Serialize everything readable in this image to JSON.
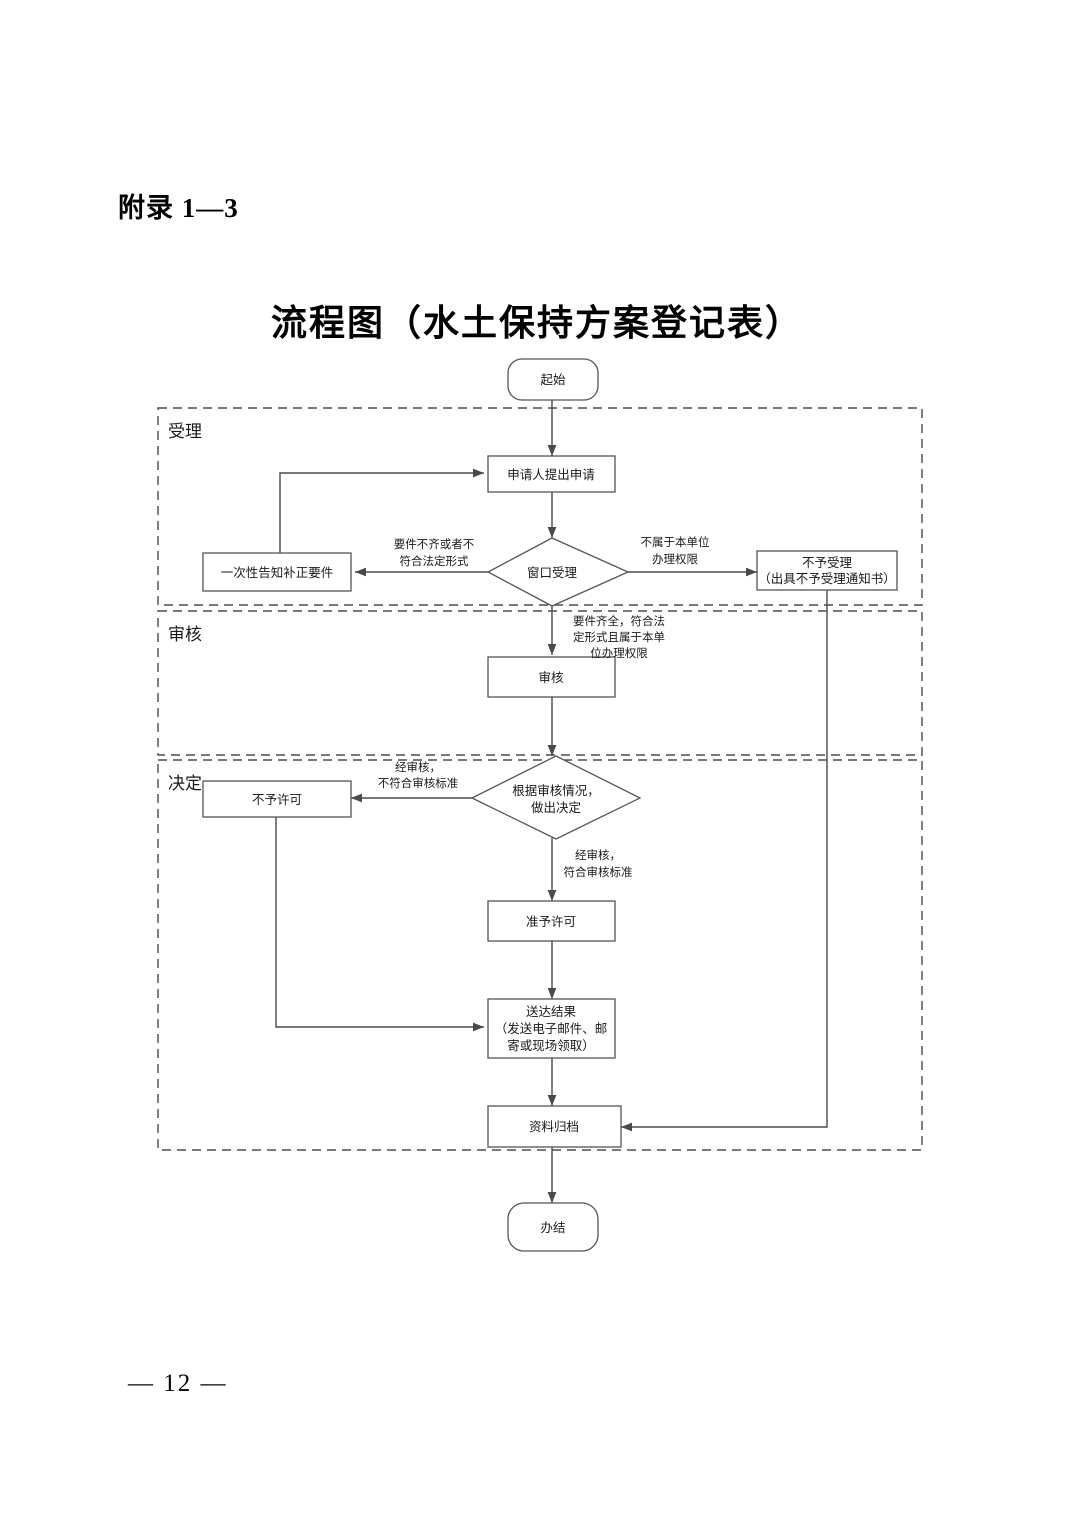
{
  "document": {
    "appendix_label": "附录 1—3",
    "title": "流程图（水土保持方案登记表）",
    "page_number": "— 12 —"
  },
  "lanes": [
    {
      "id": "lane-acceptance",
      "label": "受理"
    },
    {
      "id": "lane-review",
      "label": "审核"
    },
    {
      "id": "lane-decision",
      "label": "决定"
    }
  ],
  "nodes": {
    "start": {
      "label": "起始",
      "type": "terminator"
    },
    "submit": {
      "label": "申请人提出申请",
      "type": "process"
    },
    "window_accept": {
      "label": "窗口受理",
      "type": "decision"
    },
    "notify_correction": {
      "label": "一次性告知补正要件",
      "type": "process"
    },
    "reject_acceptance_l1": {
      "label": "不予受理",
      "type": "process"
    },
    "reject_acceptance_l2": {
      "label": "（出具不予受理通知书）",
      "type": "process"
    },
    "review": {
      "label": "审核",
      "type": "process"
    },
    "decide_l1": {
      "label": "根据审核情况，",
      "type": "decision"
    },
    "decide_l2": {
      "label": "做出决定",
      "type": "decision"
    },
    "deny_permit": {
      "label": "不予许可",
      "type": "process"
    },
    "grant_permit": {
      "label": "准予许可",
      "type": "process"
    },
    "deliver_l1": {
      "label": "送达结果",
      "type": "process"
    },
    "deliver_l2": {
      "label": "（发送电子邮件、邮",
      "type": "process"
    },
    "deliver_l3": {
      "label": "寄或现场领取）",
      "type": "process"
    },
    "archive": {
      "label": "资料归档",
      "type": "process"
    },
    "end": {
      "label": "办结",
      "type": "terminator"
    }
  },
  "edge_labels": {
    "incomplete_l1": "要件不齐或者不",
    "incomplete_l2": "符合法定形式",
    "out_of_scope_l1": "不属于本单位",
    "out_of_scope_l2": "办理权限",
    "complete_l1": "要件齐全，符合法",
    "complete_l2": "定形式且属于本单",
    "complete_l3": "位办理权限",
    "fail_review_l1": "经审核，",
    "fail_review_l2": "不符合审核标准",
    "pass_review_l1": "经审核，",
    "pass_review_l2": "符合审核标准"
  },
  "colors": {
    "shape_stroke": "#555555",
    "connector": "#4a4a4a",
    "lane_stroke": "#4d4d4d",
    "text": "#1a1a1a",
    "background": "#ffffff"
  }
}
